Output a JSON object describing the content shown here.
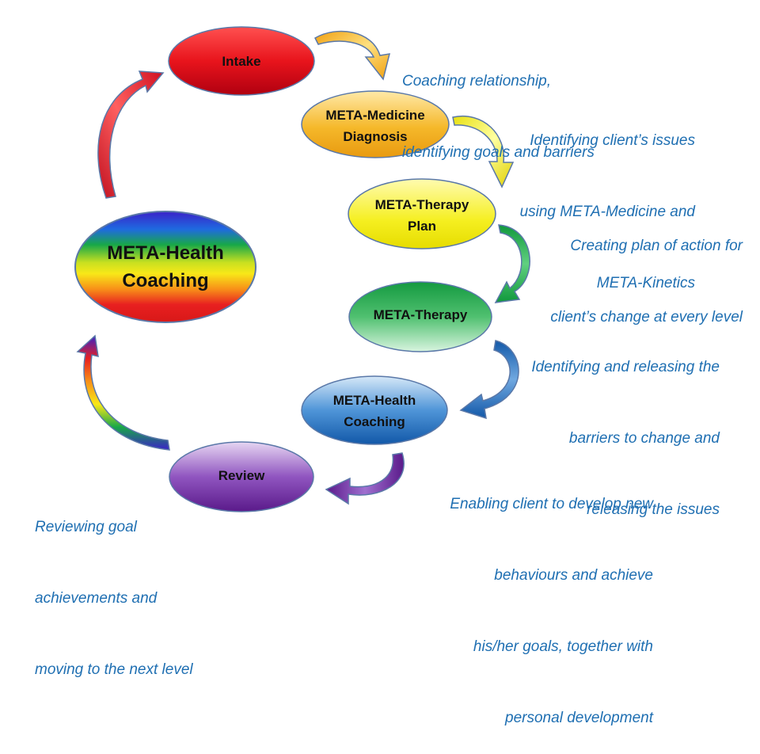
{
  "center": {
    "line1": "META-Health",
    "line2": "Coaching"
  },
  "steps": [
    {
      "id": "intake",
      "line1": "Intake",
      "line2": ""
    },
    {
      "id": "diagnosis",
      "line1": "META-Medicine",
      "line2": "Diagnosis"
    },
    {
      "id": "plan",
      "line1": "META-Therapy",
      "line2": "Plan"
    },
    {
      "id": "therapy",
      "line1": "META-Therapy",
      "line2": ""
    },
    {
      "id": "coaching",
      "line1": "META-Health",
      "line2": "Coaching"
    },
    {
      "id": "review",
      "line1": "Review",
      "line2": ""
    }
  ],
  "notes": {
    "intake": [
      "Coaching relationship,",
      "identifying goals and barriers"
    ],
    "diagnosis": [
      "Identifying client’s issues",
      "using META-Medicine and",
      "META-Kinetics"
    ],
    "plan": [
      "Creating plan of action for",
      "client’s change at every level"
    ],
    "therapy": [
      "Identifying and releasing the",
      "barriers to change and",
      "releasing the issues"
    ],
    "coaching": [
      "Enabling client to develop new",
      "behaviours and achieve",
      "his/her goals, together with",
      "personal development"
    ],
    "review": [
      "Reviewing goal",
      "achievements and",
      "moving to the next level"
    ]
  },
  "colors": {
    "note_text": "#1f6fb2",
    "intake": "#e8141c",
    "diagnosis": "#f2b21a",
    "plan": "#f4ee1e",
    "therapy": "#18a84a",
    "coaching": "#1565b8",
    "review": "#6a2a9a",
    "outline": "#5a78a8"
  }
}
